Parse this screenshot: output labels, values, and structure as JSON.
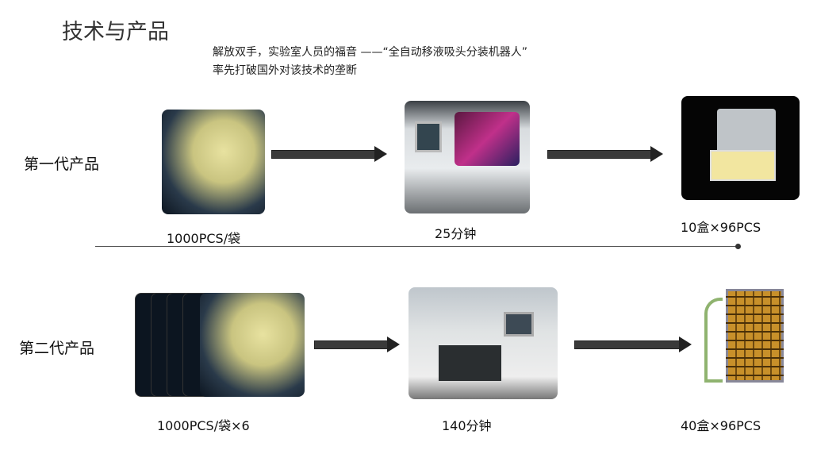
{
  "title": "技术与产品",
  "subtitle": [
    "解放双手，实验室人员的福音 ——“全自动移液吸头分装机器人”",
    "率先打破国外对该技术的垄断"
  ],
  "generations": [
    {
      "label": "第一代产品",
      "input": "1000PCS/袋",
      "time": "25分钟",
      "output": "10盒×96PCS"
    },
    {
      "label": "第二代产品",
      "input": "1000PCS/袋×6",
      "time": "140分钟",
      "output": "40盒×96PCS"
    }
  ]
}
